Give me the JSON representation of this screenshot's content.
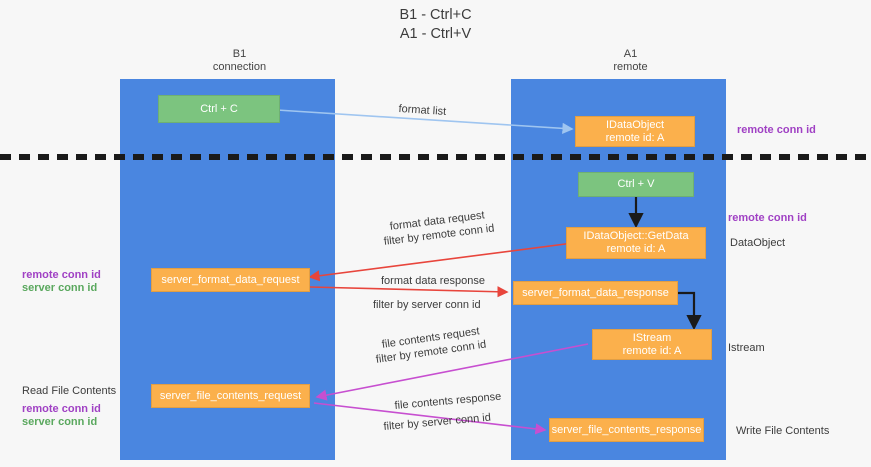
{
  "title": {
    "line1": "B1 - Ctrl+C",
    "line2": "A1 - Ctrl+V"
  },
  "columns": {
    "left": {
      "name": "B1",
      "role": "connection"
    },
    "right": {
      "name": "A1",
      "role": "remote"
    }
  },
  "colors": {
    "lane": "#4a86e0",
    "green_box": "#7cc47f",
    "orange_box": "#fbb04c",
    "remote_conn_id": "#a041c4",
    "server_conn_id": "#5aa85e",
    "arrow_format_list": "#9fc5f0",
    "arrow_format_data": "#e8453c",
    "arrow_file_contents": "#c74fd0",
    "arrow_black": "#1a1a1a"
  },
  "boxes": {
    "ctrl_c": {
      "line1": "Ctrl + C"
    },
    "idataobject": {
      "line1": "IDataObject",
      "line2": "remote id: A"
    },
    "ctrl_v": {
      "line1": "Ctrl + V"
    },
    "getdata": {
      "line1": "IDataObject::GetData",
      "line2": "remote id: A"
    },
    "server_format_data_request": {
      "line1": "server_format_data_request"
    },
    "server_format_data_response": {
      "line1": "server_format_data_response"
    },
    "istream": {
      "line1": "IStream",
      "line2": "remote id: A"
    },
    "server_file_contents_request": {
      "line1": "server_file_contents_request"
    },
    "server_file_contents_response": {
      "line1": "server_file_contents_response"
    }
  },
  "arrow_labels": {
    "format_list": "format list",
    "format_data_request": "format data request",
    "format_data_request_filter_prefix": "filter by ",
    "format_data_request_filter_key": "remote conn id",
    "format_data_response": "format data response",
    "format_data_response_filter_prefix": "filter by ",
    "format_data_response_filter_key": "server conn id",
    "file_contents_request": "file contents request",
    "file_contents_request_filter_prefix": "filter by ",
    "file_contents_request_filter_key": "remote conn id",
    "file_contents_response": "file contents response",
    "file_contents_response_filter_prefix": "filter by ",
    "file_contents_response_filter_key": "server conn id"
  },
  "side_labels": {
    "right_remote_conn_id_top": "remote conn id",
    "right_remote_conn_id_mid": "remote conn id",
    "right_dataobject": "DataObject",
    "right_istream": "Istream",
    "right_write_file_contents": "Write File Contents",
    "left_remote_conn_id": "remote conn id",
    "left_server_conn_id": "server conn id",
    "left_read_file_contents": "Read File Contents",
    "left_bottom_remote_conn_id": "remote conn id",
    "left_bottom_server_conn_id": "server conn id"
  }
}
